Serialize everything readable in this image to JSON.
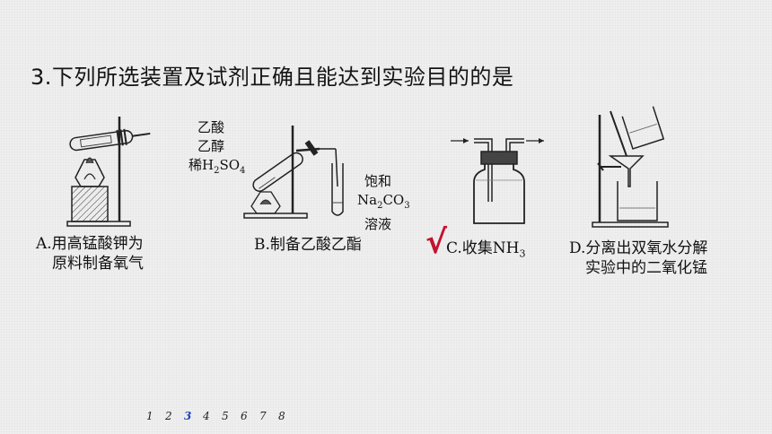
{
  "question": {
    "title": "3.下列所选装置及试剂正确且能达到实验目的的是"
  },
  "options": [
    {
      "id": "A",
      "line1": "A.用高锰酸钾为",
      "line2": "原料制备氧气"
    },
    {
      "id": "B",
      "line1": "B.制备乙酸乙酯",
      "reagents": [
        "乙酸",
        "乙醇"
      ],
      "reagent_line3_prefix": "稀H",
      "reagent_line3_sub1": "2",
      "reagent_line3_mid": "SO",
      "reagent_line3_sub2": "4",
      "receiver_line1": "饱和",
      "receiver_na": "Na",
      "receiver_sub1": "2",
      "receiver_co": "CO",
      "receiver_sub2": "3",
      "receiver_line3": "溶液"
    },
    {
      "id": "C",
      "line1_prefix": "C.收集NH",
      "line1_sub": "3"
    },
    {
      "id": "D",
      "line1": "D.分离出双氧水分解",
      "line2": "实验中的二氧化锰"
    }
  ],
  "answer_mark": "√",
  "pagination": {
    "pages": [
      "1",
      "2",
      "3",
      "4",
      "5",
      "6",
      "7",
      "8"
    ],
    "current": "3"
  }
}
